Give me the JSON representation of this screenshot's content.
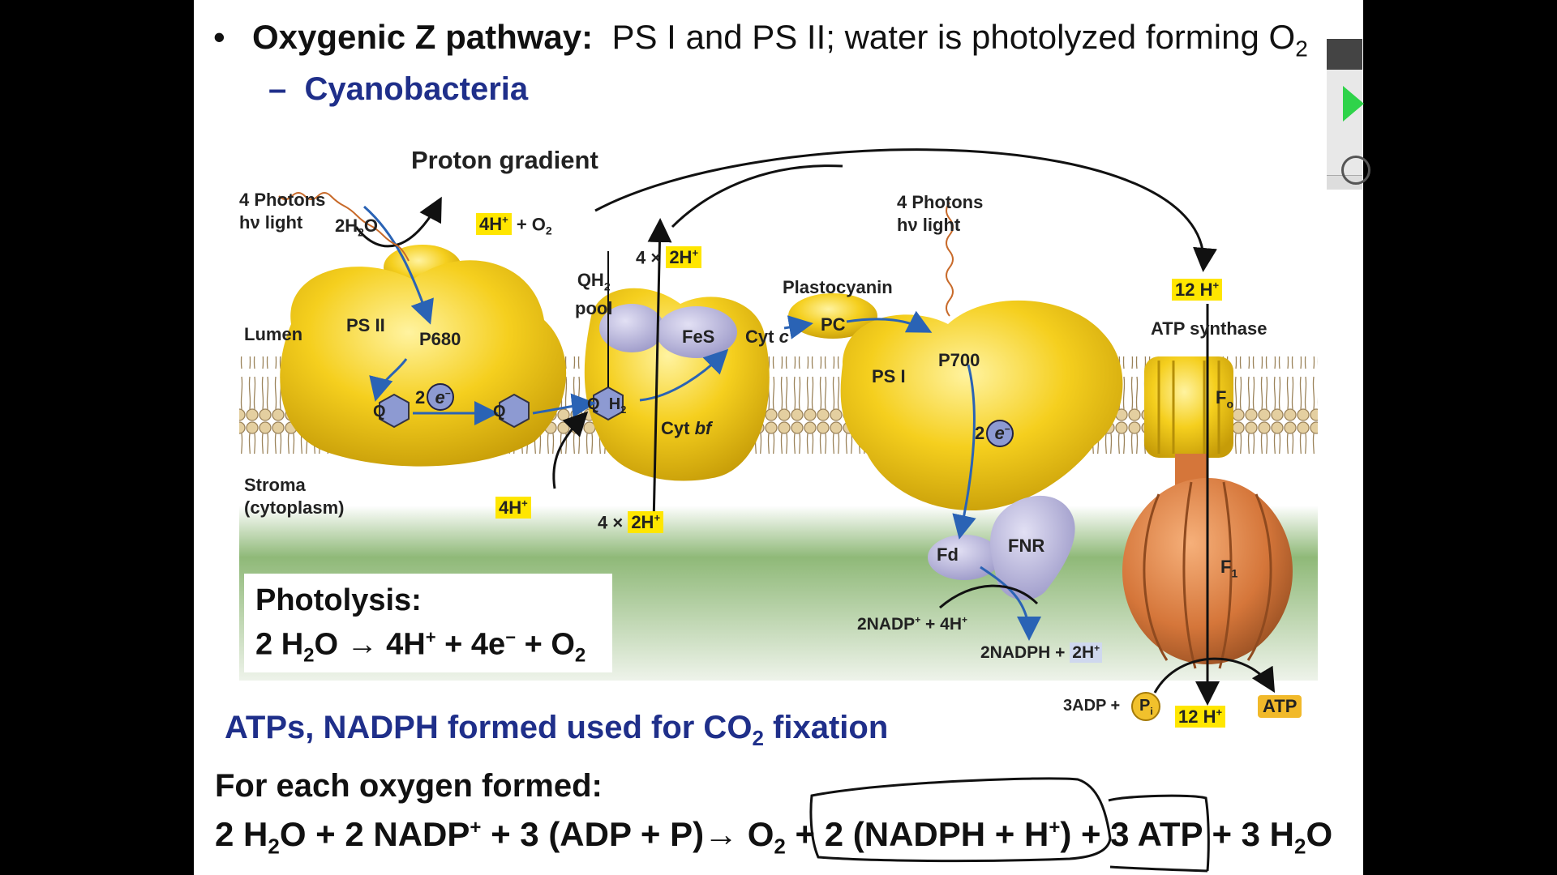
{
  "slide": {
    "bullet_title": "Oxygenic Z pathway:",
    "bullet_rest": "PS I and PS II; water is photolyzed forming O",
    "bullet_sub2": "2",
    "sub_bullet_dash": "–",
    "sub_bullet": "Cyanobacteria"
  },
  "diagram": {
    "proton_gradient": "Proton gradient",
    "photons_left_1": "4 Photons",
    "photons_left_2": "hν light",
    "water": "2H",
    "water_sub": "2",
    "water_o": "O",
    "h_o2_top": "4H",
    "h_o2_top_sup": "+",
    "h_o2_top_rest": " + O",
    "h_o2_top_sub": "2",
    "four_x_2h_top": "4 × ",
    "four_x_2h_top_hl": "2H",
    "four_x_2h_top_sup": "+",
    "photons_right_1": "4 Photons",
    "photons_right_2": "hν light",
    "twelve_h_top": "12 H",
    "twelve_h_top_sup": "+",
    "qh2": "QH",
    "qh2_sub": "2",
    "pool": "pool",
    "plastocyanin": "Plastocyanin",
    "atp_synthase": "ATP synthase",
    "lumen": "Lumen",
    "ps2": "PS II",
    "p680": "P680",
    "fes": "FeS",
    "cytc": "Cyt ",
    "cytc_i": "c",
    "pc": "PC",
    "p700": "P700",
    "ps1": "PS I",
    "fo": "F",
    "fo_sub": "o",
    "q1": "Q",
    "q2": "Q",
    "q3": "Q",
    "q3_h": "H",
    "q3_h_sub": "2",
    "two_e_1": "2",
    "two_e_2": "2",
    "e": "e",
    "e_sup": "−",
    "cytbf": "Cyt ",
    "cytbf_i": "bf",
    "stroma_1": "Stroma",
    "stroma_2": "(cytoplasm)",
    "four_h_bottom": "4H",
    "four_h_bottom_sup": "+",
    "four_x_2h_bottom": "4 × ",
    "four_x_2h_bottom_hl": "2H",
    "four_x_2h_bottom_sup": "+",
    "fd": "Fd",
    "fnr": "FNR",
    "f1": "F",
    "f1_sub": "1",
    "nadp_in": "2NADP",
    "nadp_in_sup": "+",
    "nadp_in_rest": " + 4H",
    "nadp_in_sup2": "+",
    "nadph_out": "2NADPH + ",
    "nadph_out_hl": "2H",
    "nadph_out_sup": "+",
    "adp": "3ADP + ",
    "pi": "P",
    "pi_sub": "i",
    "twelve_h_bottom": "12 H",
    "twelve_h_bottom_sup": "+",
    "atp": "ATP"
  },
  "photolysis": {
    "title": "Photolysis:",
    "eq_a": "2 H",
    "eq_a_sub": "2",
    "eq_b": "O → 4H",
    "eq_b_sup": "+",
    "eq_c": " + 4e",
    "eq_c_sup": "−",
    "eq_d": " + O",
    "eq_d_sub": "2"
  },
  "summary": {
    "line_a": "ATPs, NADPH formed used for CO",
    "line_a_sub": "2",
    "line_a_end": " fixation",
    "each": "For each oxygen formed:",
    "eq_1": "2 H",
    "eq_1_sub": "2",
    "eq_2": "O + 2 NADP",
    "eq_2_sup": "+",
    "eq_3": " + 3 (ADP + P)→ O",
    "eq_3_sub": "2",
    "eq_4": " + 2 (NADPH + H",
    "eq_4_sup": "+",
    "eq_5": ") + 3 ATP + 3 H",
    "eq_5_sub": "2",
    "eq_6": "O"
  },
  "colors": {
    "title_blue": "#1f2f8a",
    "protein_yellow": "#f5cf1e",
    "atp_synthase_orange": "#d5763a",
    "highlight": "#ffe600",
    "electron_arrow": "#2a63b5",
    "photon_wave": "#c86a2a"
  }
}
